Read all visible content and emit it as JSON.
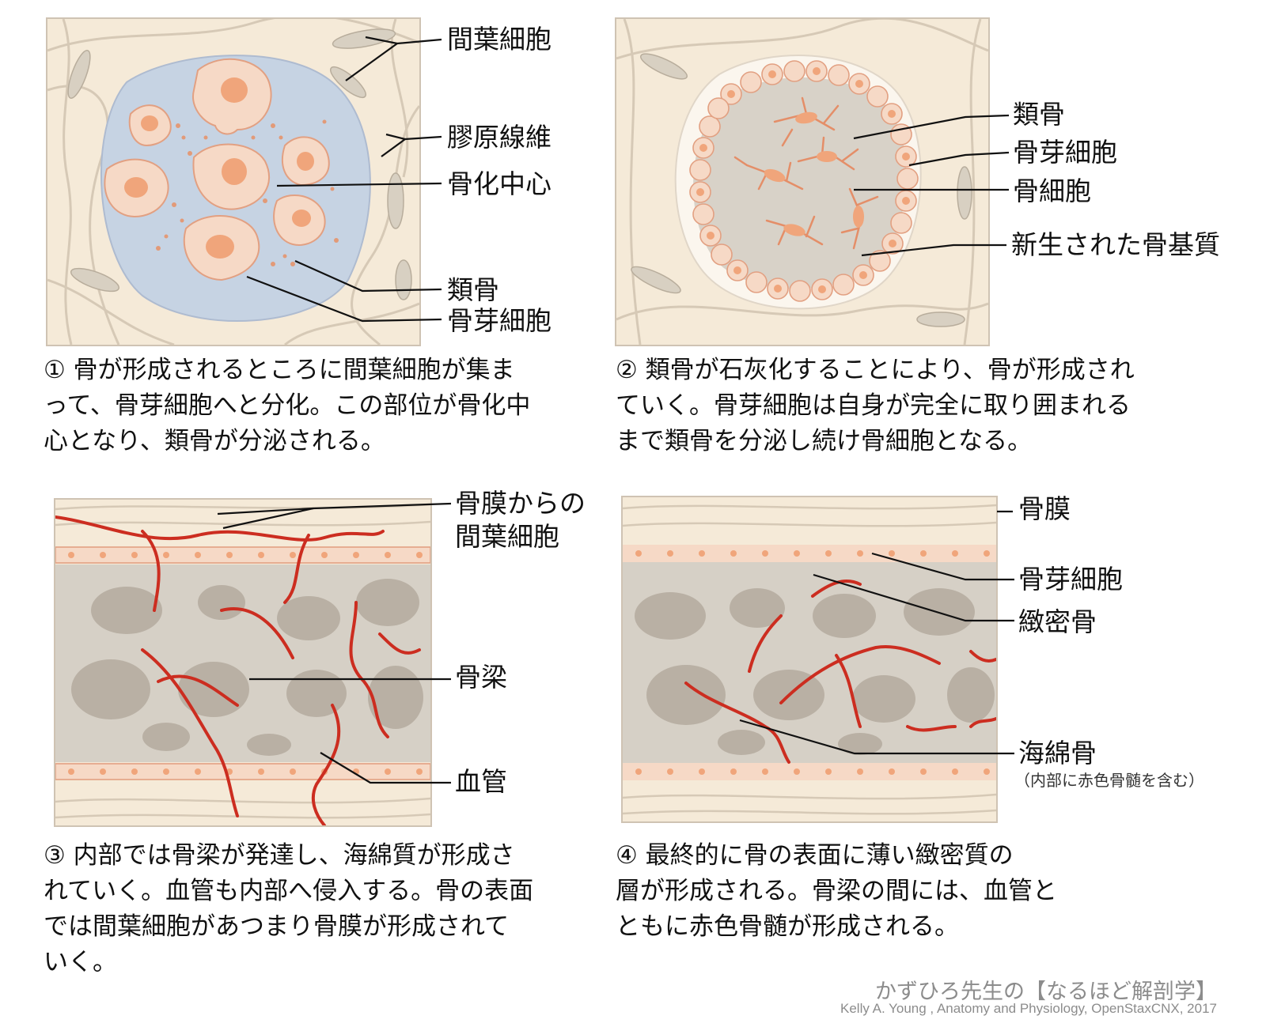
{
  "colors": {
    "tissue": "#f5ead8",
    "fiber": "#d9cdbb",
    "blue_center": "#c6d3e3",
    "cell_fill": "#f6d9c6",
    "nucleus": "#f0a57b",
    "cell_outline": "#e69a78",
    "bone": "#d6d0c6",
    "bone_hole": "#b7aea2",
    "vessel": "#cc2d20",
    "leader": "#111111"
  },
  "panels": [
    {
      "id": 1,
      "labels": [
        "間葉細胞",
        "膠原線維",
        "骨化中心",
        "類骨",
        "骨芽細胞"
      ],
      "caption": [
        "① 骨が形成されるところに間葉細胞が集ま",
        "って、骨芽細胞へと分化。この部位が骨化中",
        "心となり、類骨が分泌される。"
      ]
    },
    {
      "id": 2,
      "labels": [
        "類骨",
        "骨芽細胞",
        "骨細胞",
        "新生された骨基質"
      ],
      "caption": [
        "② 類骨が石灰化することにより、骨が形成され",
        "ていく。骨芽細胞は自身が完全に取り囲まれる",
        "まで類骨を分泌し続け骨細胞となる。"
      ]
    },
    {
      "id": 3,
      "labels": [
        "骨膜からの",
        "間葉細胞",
        "骨梁",
        "血管"
      ],
      "caption": [
        "③ 内部では骨梁が発達し、海綿質が形成さ",
        "れていく。血管も内部へ侵入する。骨の表面",
        "では間葉細胞があつまり骨膜が形成されて",
        "いく。"
      ]
    },
    {
      "id": 4,
      "labels": [
        "骨膜",
        "骨芽細胞",
        "緻密骨",
        "海綿骨",
        "（内部に赤色骨髄を含む）"
      ],
      "caption": [
        "④ 最終的に骨の表面に薄い緻密質の",
        "層が形成される。骨梁の間には、血管と",
        "ともに赤色骨髄が形成される。"
      ]
    }
  ],
  "credit": {
    "title": "かずひろ先生の【なるほど解剖学】",
    "source": "Kelly A. Young , Anatomy and Physiology, OpenStaxCNX, 2017"
  }
}
